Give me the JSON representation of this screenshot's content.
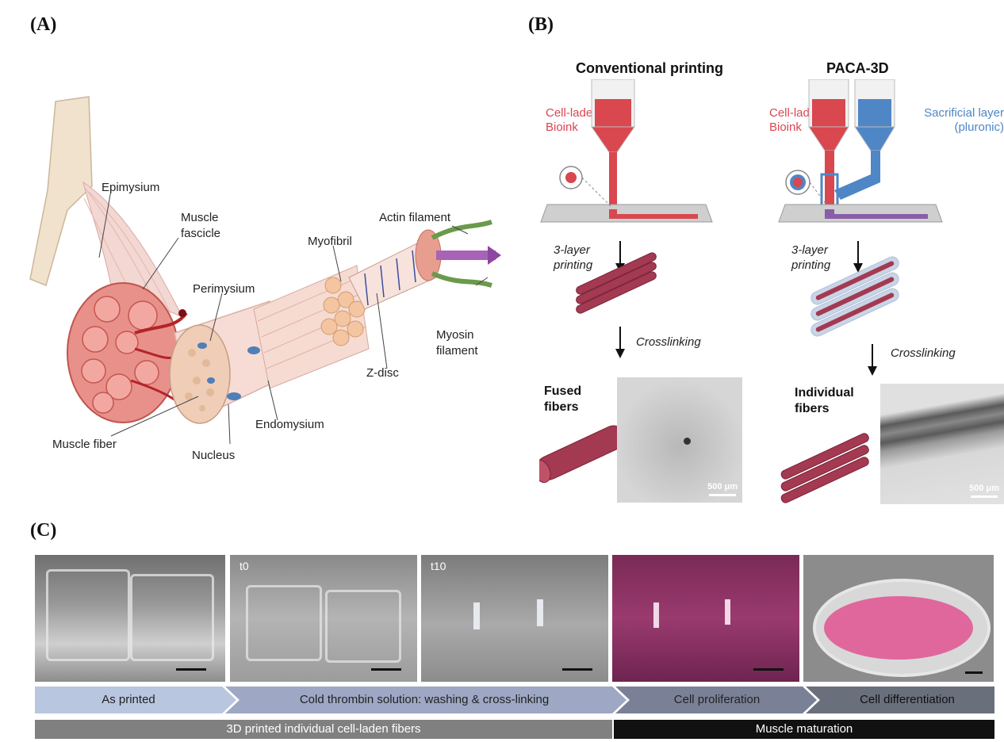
{
  "panels": {
    "a": "(A)",
    "b": "(B)",
    "c": "(C)"
  },
  "anatomy": {
    "epimysium": "Epimysium",
    "muscle_fascicle": "Muscle\nfascicle",
    "myofibril": "Myofibril",
    "actin": "Actin filament",
    "perimysium": "Perimysium",
    "myosin": "Myosin\nfilament",
    "z_disc": "Z-disc",
    "endomysium": "Endomysium",
    "muscle_fiber": "Muscle fiber",
    "nucleus": "Nucleus"
  },
  "printing": {
    "conventional_title": "Conventional printing",
    "paca_title": "PACA-3D",
    "bioink_left": "Cell-laden\nBioink",
    "bioink_right": "Cell-laden\nBioink",
    "sacrificial": "Sacrificial layer\n(pluronic)",
    "layer_left": "3-layer\nprinting",
    "layer_right": "3-layer\nprinting",
    "crosslink_left": "Crosslinking",
    "crosslink_right": "Crosslinking",
    "fused": "Fused\nfibers",
    "individual": "Individual\nfibers",
    "scale_left": "500 μm",
    "scale_right": "500 μm"
  },
  "workflow": {
    "t0": "t0",
    "t10": "t10",
    "stages": [
      "As printed",
      "Cold thrombin solution: washing & cross-linking",
      "Cell proliferation",
      "Cell differentiation"
    ],
    "bottom": [
      "3D printed individual cell-laden fibers",
      "Muscle maturation"
    ]
  },
  "colors": {
    "bioink_red": "#d9474f",
    "pluronic_blue": "#4f86c6",
    "fiber": "#a33a52",
    "stage1": "#b9c6e0",
    "stage2": "#9ea7c4",
    "stage3": "#7a8197",
    "stage4": "#6a6f7c",
    "bar_gray": "#808080",
    "bar_black": "#111111"
  }
}
